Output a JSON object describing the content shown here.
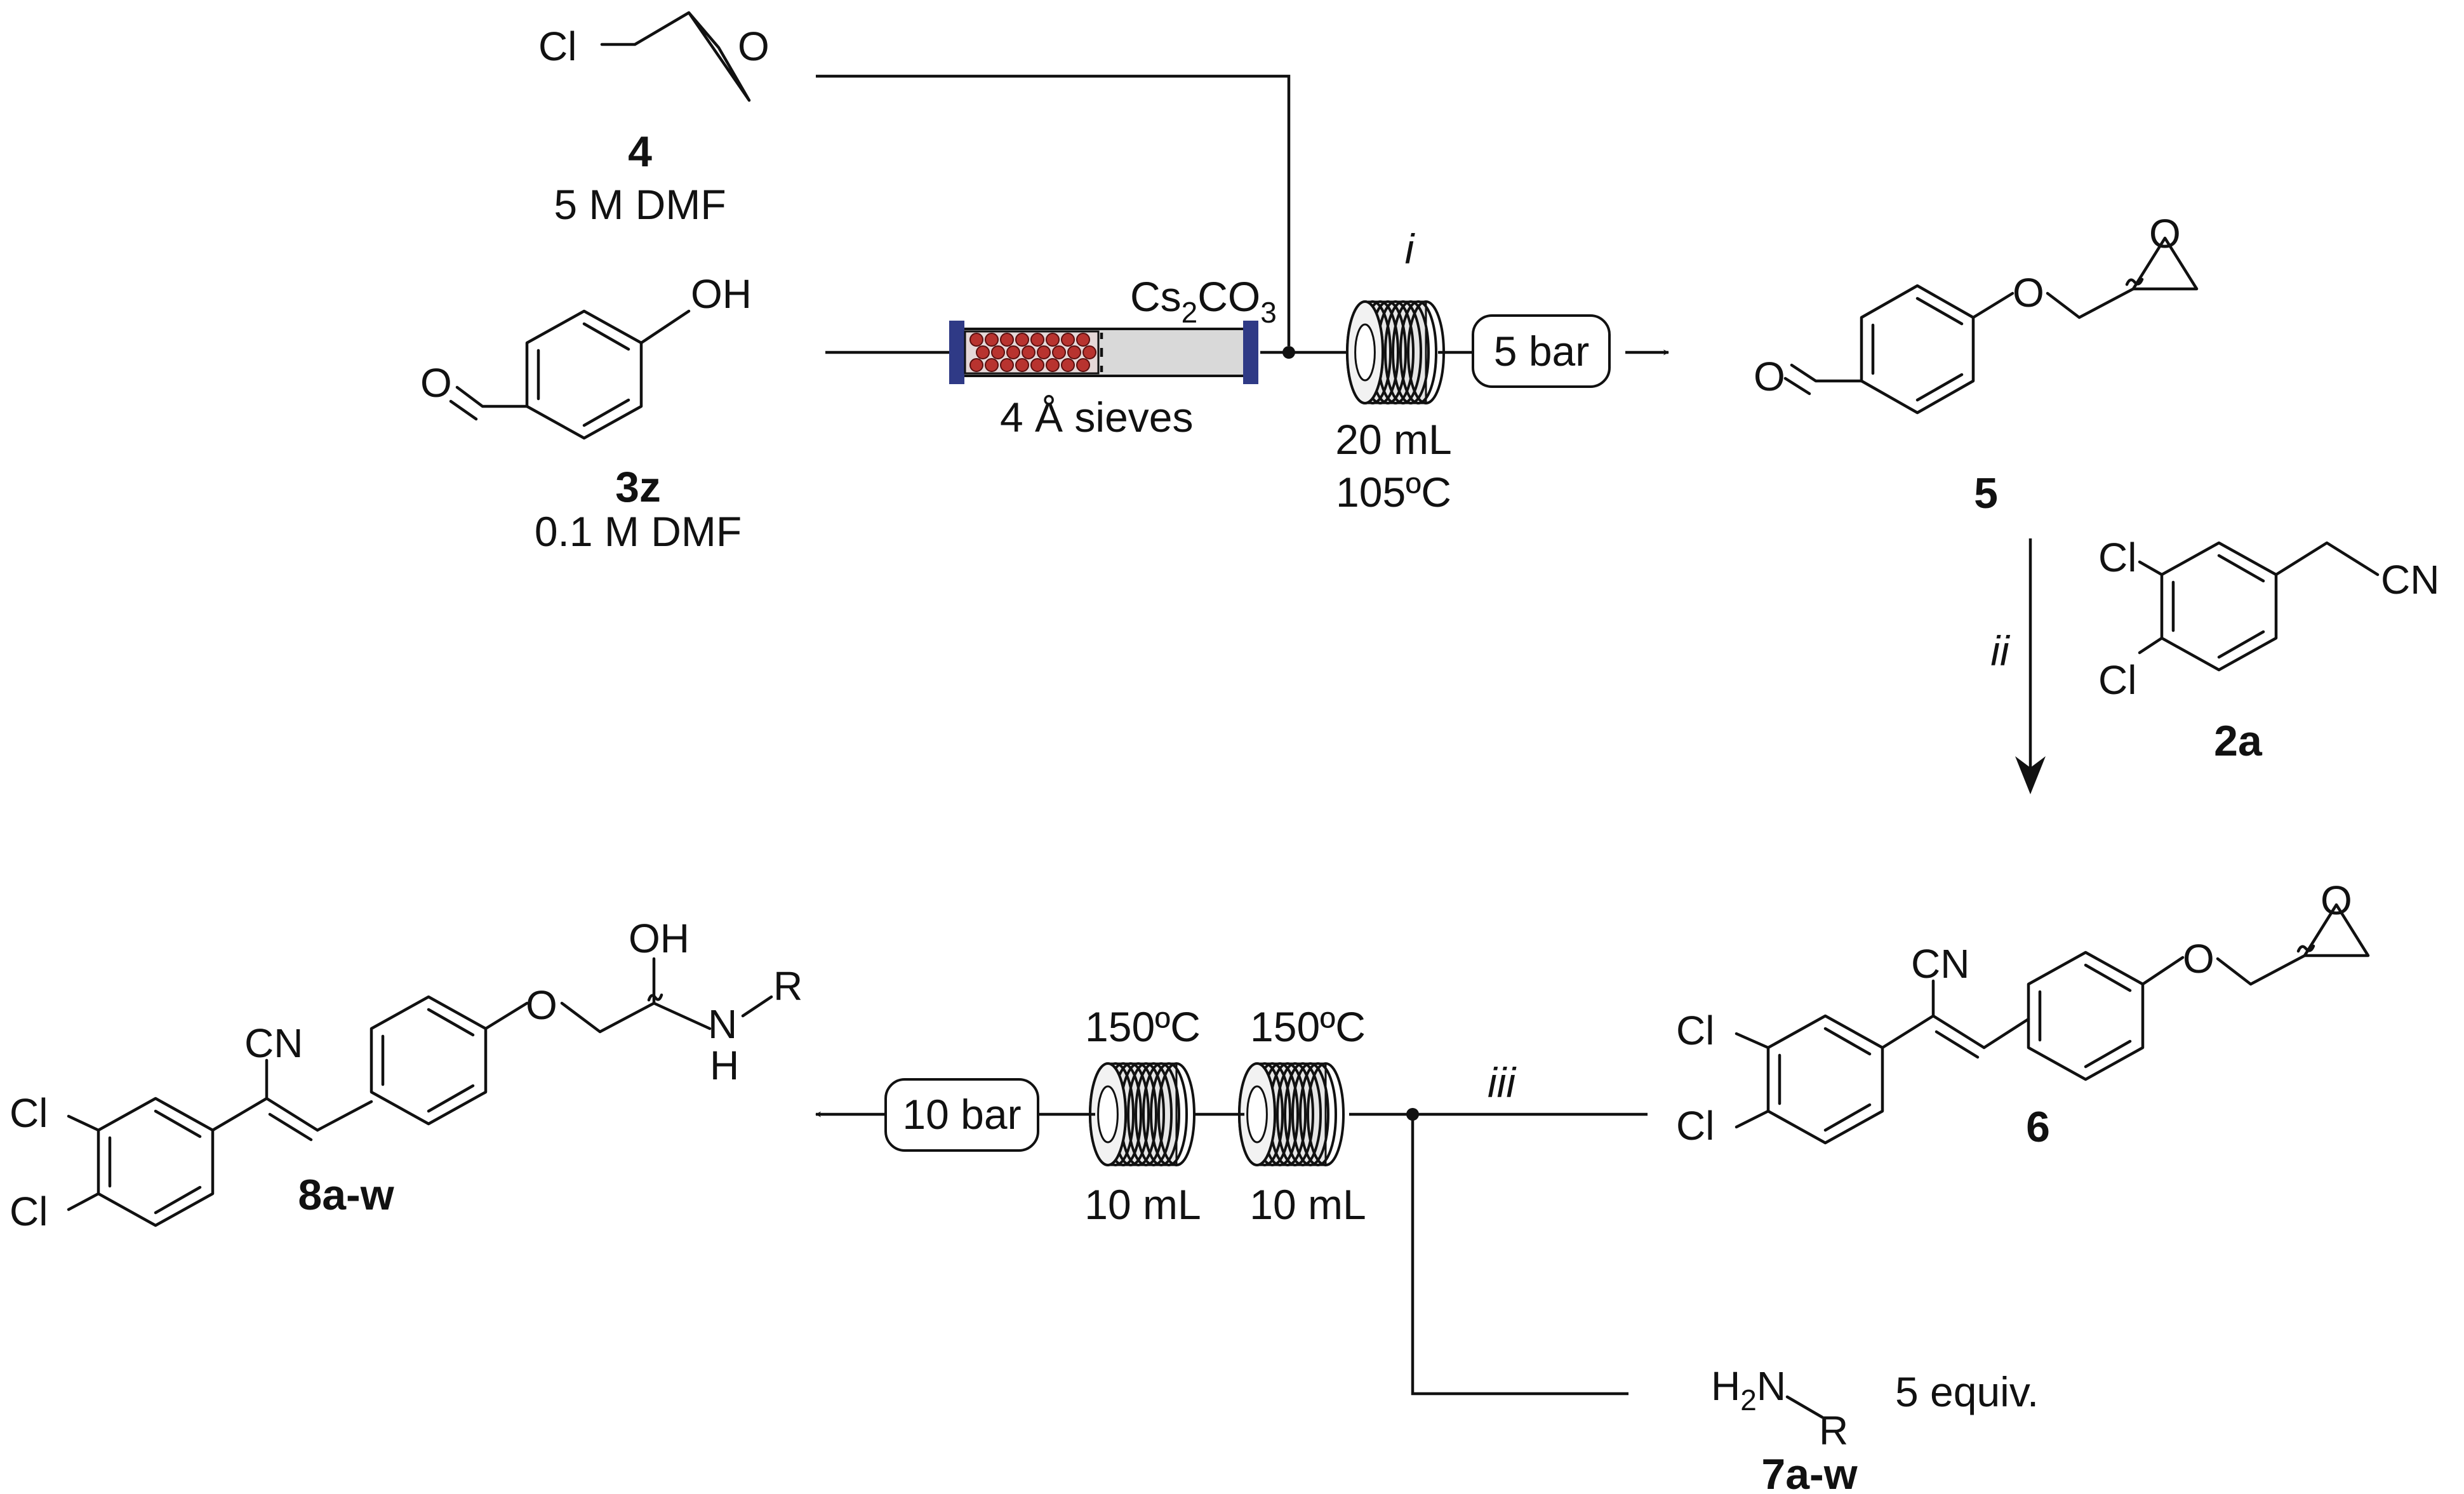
{
  "compounds": {
    "epichlorohydrin": {
      "number": "4",
      "conditions": "5 M DMF",
      "atom_cl": "Cl",
      "atom_o": "O"
    },
    "hydroxybenzaldehyde": {
      "number": "3z",
      "conditions": "0.1 M DMF",
      "atom_oh": "OH",
      "atom_o": "O"
    },
    "aldehyde_epoxide": {
      "number": "5",
      "atom_o_ether": "O",
      "atom_o_epoxide": "O",
      "atom_o_aldehyde": "O"
    },
    "dichlorophenylacetonitrile": {
      "number": "2a",
      "atom_cl1": "Cl",
      "atom_cl2": "Cl",
      "atom_cn": "CN"
    },
    "acrylonitrile_epoxide": {
      "number": "6",
      "atom_cn": "CN",
      "atom_o_ether": "O",
      "atom_o_epoxide": "O",
      "atom_cl1": "Cl",
      "atom_cl2": "Cl"
    },
    "amine": {
      "number": "7a-w",
      "formula_h": "H",
      "formula_sub": "2",
      "formula_n": "N",
      "formula_r": "R",
      "equivalents": "5 equiv."
    },
    "product": {
      "number": "8a-w",
      "atom_cn": "CN",
      "atom_o": "O",
      "atom_oh": "OH",
      "atom_n": "N",
      "atom_h": "H",
      "atom_r": "R",
      "atom_cl1": "Cl",
      "atom_cl2": "Cl"
    }
  },
  "reactor": {
    "column_reagent_main": "Cs",
    "column_reagent_sub1": "2",
    "column_reagent_mid": "CO",
    "column_reagent_sub2": "3",
    "column_packing": "4 Å sieves",
    "coil1_volume": "20 mL",
    "coil1_temp": "105ºC",
    "bpr1": "5 bar",
    "coil2_temp": "150ºC",
    "coil3_temp": "150ºC",
    "coil2_volume": "10 mL",
    "coil3_volume": "10 mL",
    "bpr2": "10 bar"
  },
  "steps": {
    "step1": "i",
    "step2": "ii",
    "step3": "iii"
  }
}
